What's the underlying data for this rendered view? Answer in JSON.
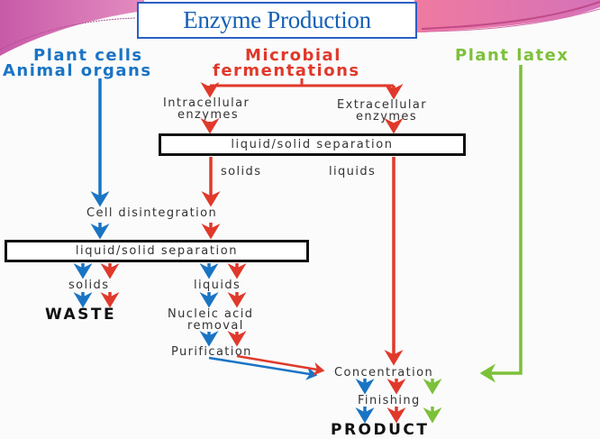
{
  "title": "Enzyme Production",
  "sources": {
    "left_line1": "Plant cells",
    "left_line2": "Animal organs",
    "middle_line1": "Microbial",
    "middle_line2": "fermentations",
    "right": "Plant latex"
  },
  "steps": {
    "intracellular_line1": "Intracellular",
    "intracellular_line2": "enzymes",
    "extracellular_line1": "Extracellular",
    "extracellular_line2": "enzymes",
    "separation_top": "liquid/solid separation",
    "solids_top": "solids",
    "liquids_top": "liquids",
    "cell_disintegration": "Cell disintegration",
    "separation_bottom": "liquid/solid separation",
    "solids_bottom": "solids",
    "liquids_bottom": "liquids",
    "waste": "WASTE",
    "nucleic_line1": "Nucleic acid",
    "nucleic_line2": "removal",
    "purification": "Purification",
    "concentration": "Concentration",
    "finishing": "Finishing",
    "product": "PRODUCT"
  },
  "colors": {
    "animal_plant_path": "#1a74c4",
    "microbial_path": "#e0392b",
    "latex_path": "#7dc03a",
    "title_border": "#2b5fc4",
    "title_text": "#1560b5"
  }
}
